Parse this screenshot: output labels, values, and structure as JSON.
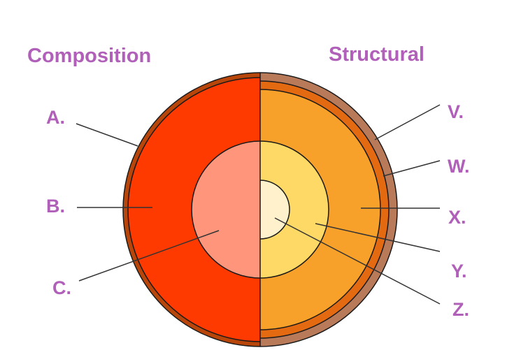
{
  "headings": {
    "left": "Composition",
    "right": "Structural"
  },
  "labels": {
    "a": "A.",
    "b": "B.",
    "c": "C.",
    "v": "V.",
    "w": "W.",
    "x": "X.",
    "y": "Y.",
    "z": "Z."
  },
  "colors": {
    "label_text": "#b060b8",
    "crust": "#b8450a",
    "mantle": "#ff3a00",
    "core_composition": "#ff967c",
    "lithosphere": "#b97a5a",
    "asthenosphere": "#e46a12",
    "mesosphere": "#f7a02a",
    "outer_core": "#ffd966",
    "inner_core": "#fff1cc",
    "outline": "#1a1a1a",
    "leader_line": "#333333"
  }
}
